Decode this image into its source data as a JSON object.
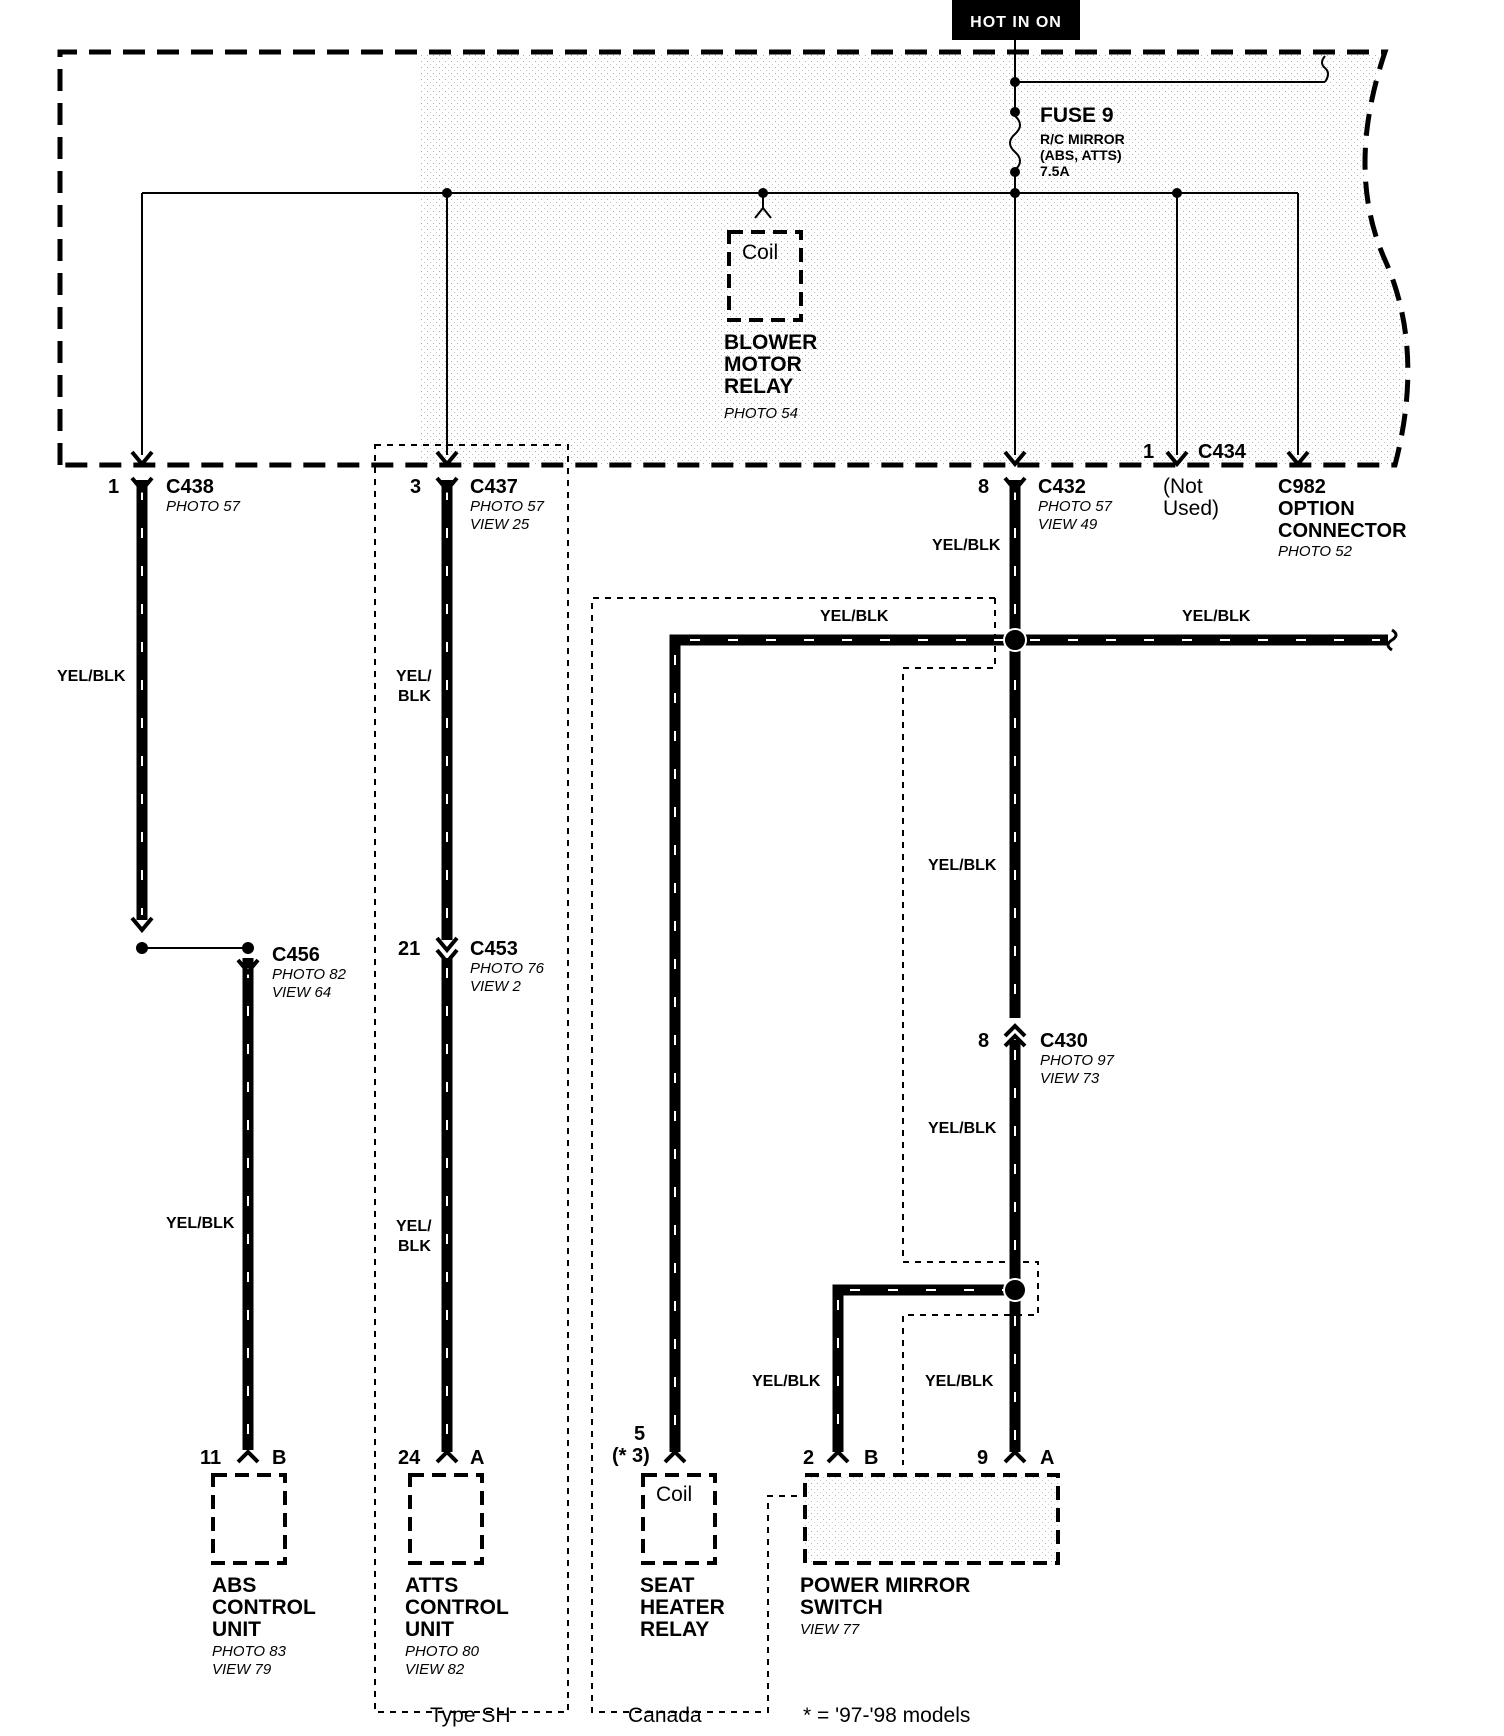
{
  "header": {
    "hot_label": "HOT IN ON"
  },
  "fuse": {
    "name": "FUSE 9",
    "circuit_1": "R/C MIRROR",
    "circuit_2": "(ABS, ATTS)",
    "rating": "7.5A"
  },
  "blower_relay": {
    "coil": "Coil",
    "name_1": "BLOWER",
    "name_2": "MOTOR",
    "name_3": "RELAY",
    "photo": "PHOTO 54"
  },
  "connectors": {
    "c438": {
      "pin": "1",
      "name": "C438",
      "photo": "PHOTO 57"
    },
    "c437": {
      "pin": "3",
      "name": "C437",
      "photo": "PHOTO 57",
      "view": "VIEW 25"
    },
    "c432": {
      "pin": "8",
      "name": "C432",
      "photo": "PHOTO 57",
      "view": "VIEW 49"
    },
    "c434": {
      "pin": "1",
      "name": "C434",
      "note_1": "(Not",
      "note_2": "Used)"
    },
    "c982": {
      "name": "C982",
      "line_2": "OPTION",
      "line_3": "CONNECTOR",
      "photo": "PHOTO 52"
    },
    "c456": {
      "name": "C456",
      "photo": "PHOTO 82",
      "view": "VIEW 64"
    },
    "c453": {
      "pin": "21",
      "name": "C453",
      "photo": "PHOTO 76",
      "view": "VIEW 2"
    },
    "c430": {
      "pin": "8",
      "name": "C430",
      "photo": "PHOTO 97",
      "view": "VIEW 73"
    }
  },
  "wires": {
    "abs_upper": "YEL/BLK",
    "abs_lower": "YEL/BLK",
    "atts_upper_1": "YEL/",
    "atts_upper_2": "BLK",
    "atts_lower_1": "YEL/",
    "atts_lower_2": "BLK",
    "main_upper": "YEL/BLK",
    "branch_left": "YEL/BLK",
    "branch_right": "YEL/BLK",
    "main_mid": "YEL/BLK",
    "main_lower": "YEL/BLK",
    "mirror_b": "YEL/BLK",
    "mirror_a": "YEL/BLK"
  },
  "components": {
    "abs": {
      "pin": "11",
      "terminal": "B",
      "name_1": "ABS",
      "name_2": "CONTROL",
      "name_3": "UNIT",
      "photo": "PHOTO 83",
      "view": "VIEW 79"
    },
    "atts": {
      "pin": "24",
      "terminal": "A",
      "name_1": "ATTS",
      "name_2": "CONTROL",
      "name_3": "UNIT",
      "photo": "PHOTO 80",
      "view": "VIEW 82"
    },
    "seat": {
      "pin": "5",
      "pin_alt": "(* 3)",
      "coil": "Coil",
      "name_1": "SEAT",
      "name_2": "HEATER",
      "name_3": "RELAY"
    },
    "mirror": {
      "pin_b": "2",
      "terminal_b": "B",
      "pin_a": "9",
      "terminal_a": "A",
      "name_1": "POWER MIRROR",
      "name_2": "SWITCH",
      "view": "VIEW 77"
    }
  },
  "footnotes": {
    "type_sh": "Type SH",
    "canada": "Canada",
    "models": "* = '97-'98 models"
  }
}
